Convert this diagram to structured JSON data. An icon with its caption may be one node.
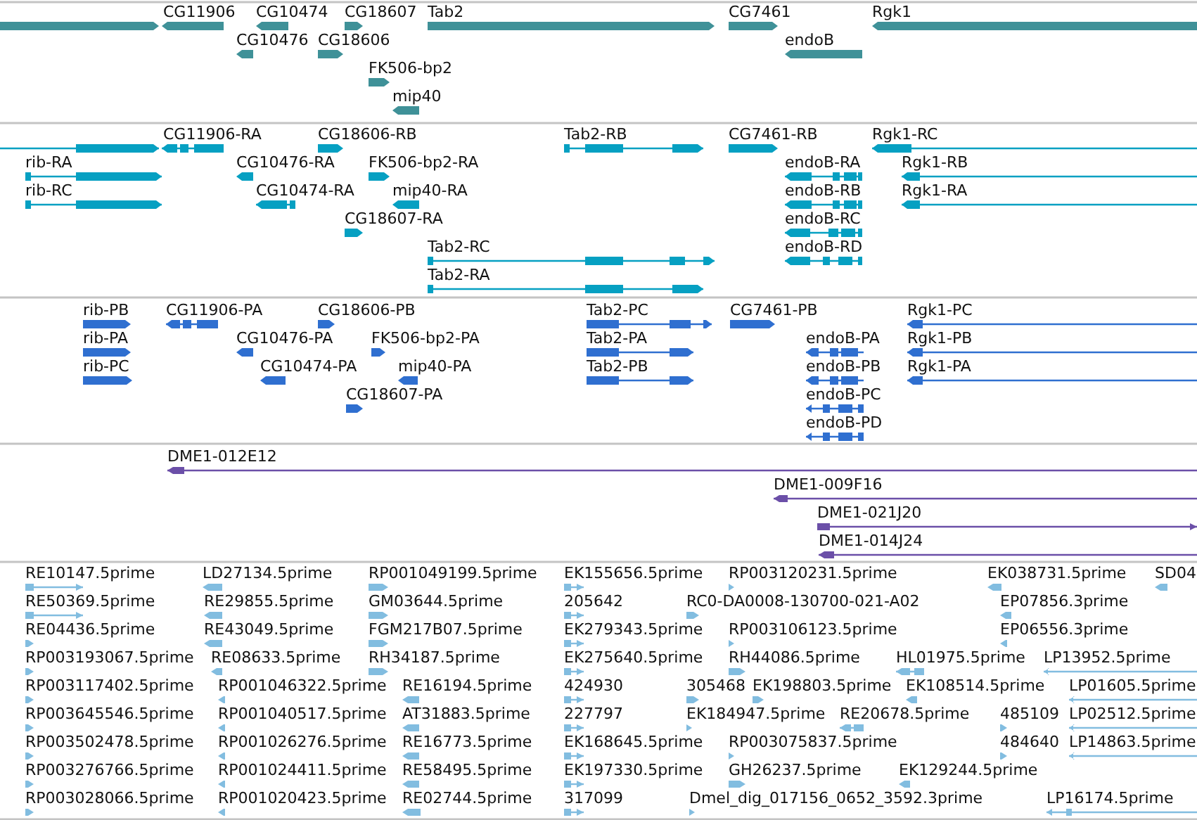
{
  "diagram": {
    "labels": [
      "CG11906",
      "CG10474",
      "CG18607",
      "Tab2",
      "CG7461",
      "Rgk1",
      "CG10476",
      "CG18606",
      "endoB",
      "FK506-bp2",
      "mip40",
      "CG11906-RA",
      "CG18606-RB",
      "Tab2-RB",
      "CG7461-RB",
      "Rgk1-RC",
      "rib-RA",
      "CG10476-RA",
      "FK506-bp2-RA",
      "endoB-RA",
      "Rgk1-RB",
      "rib-RC",
      "CG10474-RA",
      "mip40-RA",
      "endoB-RB",
      "Rgk1-RA",
      "CG18607-RA",
      "endoB-RC",
      "Tab2-RC",
      "endoB-RD",
      "Tab2-RA",
      "rib-PB",
      "CG11906-PA",
      "CG18606-PB",
      "Tab2-PC",
      "CG7461-PB",
      "Rgk1-PC",
      "rib-PA",
      "CG10476-PA",
      "FK506-bp2-PA",
      "Tab2-PA",
      "endoB-PA",
      "Rgk1-PB",
      "rib-PC",
      "CG10474-PA",
      "mip40-PA",
      "Tab2-PB",
      "endoB-PB",
      "Rgk1-PA",
      "CG18607-PA",
      "endoB-PC",
      "endoB-PD",
      "DME1-012E12",
      "DME1-009F16",
      "DME1-021J20",
      "DME1-014J24",
      "RE10147.5prime",
      "LD27134.5prime",
      "RP001049199.5prime",
      "EK155656.5prime",
      "RP003120231.5prime",
      "EK038731.5prime",
      "SD04",
      "RE50369.5prime",
      "RE29855.5prime",
      "GM03644.5prime",
      "205642",
      "RC0-DA0008-130700-021-A02",
      "EP07856.3prime",
      "RE04436.5prime",
      "RE43049.5prime",
      "FGM217B07.5prime",
      "EK279343.5prime",
      "RP003106123.5prime",
      "EP06556.3prime",
      "RP003193067.5prime",
      "RE08633.5prime",
      "RH34187.5prime",
      "EK275640.5prime",
      "RH44086.5prime",
      "HL01975.5prime",
      "LP13952.5prime",
      "RP003117402.5prime",
      "RP001046322.5prime",
      "RE16194.5prime",
      "424930",
      "305468",
      "EK198803.5prime",
      "EK108514.5prime",
      "LP01605.5prime",
      "RP003645546.5prime",
      "RP001040517.5prime",
      "AT31883.5prime",
      "227797",
      "EK184947.5prime",
      "RE20678.5prime",
      "485109",
      "LP02512.5prime",
      "RP003502478.5prime",
      "RP001026276.5prime",
      "RE16773.5prime",
      "EK168645.5prime",
      "RP003075837.5prime",
      "484640",
      "LP14863.5prime",
      "RP003276766.5prime",
      "RP001024411.5prime",
      "RE58495.5prime",
      "EK197330.5prime",
      "GH26237.5prime",
      "EK129244.5prime",
      "RP003028066.5prime",
      "RP001020423.5prime",
      "RE02744.5prime",
      "317099",
      "Dmel_dig_017156_0652_3592.3prime",
      "LP16174.5prime"
    ]
  }
}
